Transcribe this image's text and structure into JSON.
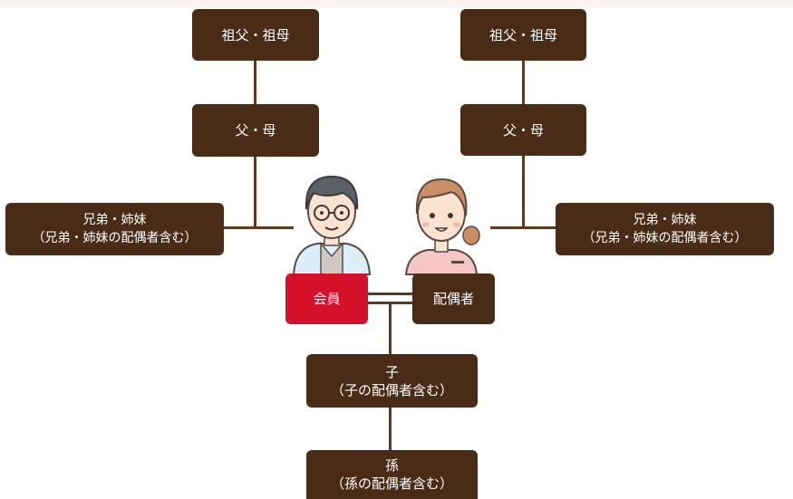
{
  "colors": {
    "box": "#4a2c16",
    "member": "#d4102a",
    "line": "#5a3a24",
    "text": "#ffffff"
  },
  "nodes": {
    "grandparents_left": {
      "label": "祖父・祖母"
    },
    "grandparents_right": {
      "label": "祖父・祖母"
    },
    "parents_left": {
      "label": "父・母"
    },
    "parents_right": {
      "label": "父・母"
    },
    "siblings_left": {
      "line1": "兄弟・姉妹",
      "line2": "（兄弟・姉妹の配偶者含む）"
    },
    "siblings_right": {
      "line1": "兄弟・姉妹",
      "line2": "（兄弟・姉妹の配偶者含む）"
    },
    "member": {
      "label": "会員"
    },
    "spouse": {
      "label": "配偶者"
    },
    "child": {
      "line1": "子",
      "line2": "（子の配偶者含む）"
    },
    "grandchild": {
      "line1": "孫",
      "line2": "（孫の配偶者含む）"
    }
  },
  "illustrations": [
    "man-with-glasses-icon",
    "woman-with-ponytail-icon"
  ]
}
